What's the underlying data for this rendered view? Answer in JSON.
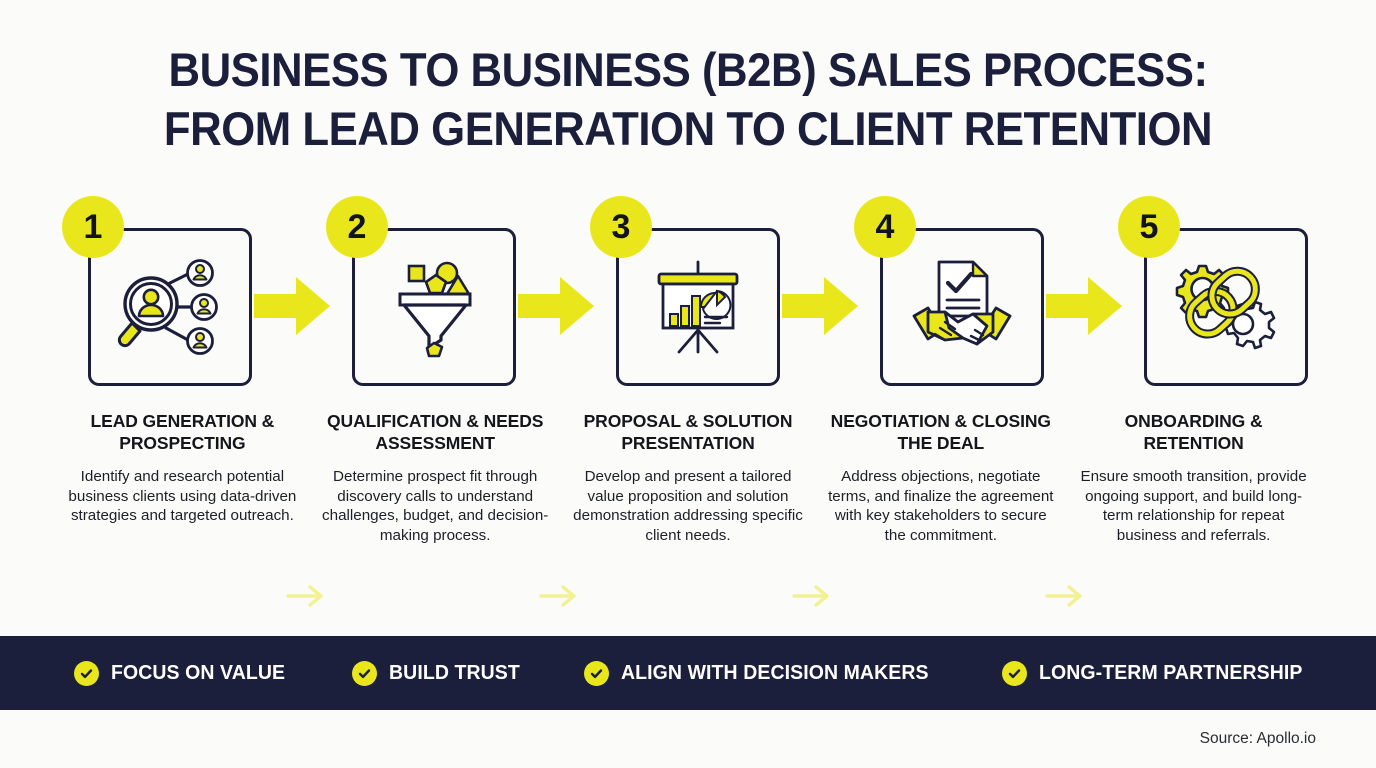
{
  "title": {
    "line1": "BUSINESS TO BUSINESS (B2B) SALES PROCESS:",
    "line2": "FROM LEAD GENERATION TO CLIENT RETENTION"
  },
  "colors": {
    "accent_yellow": "#e9e71c",
    "navy": "#1b1f3b",
    "background": "#fbfbf9",
    "text_dark": "#15161c",
    "text_white": "#ffffff"
  },
  "steps": [
    {
      "number": "1",
      "icon": "magnifier-people-icon",
      "heading": "LEAD GENERATION & PROSPECTING",
      "description": "Identify and research potential business clients using data-driven strategies and targeted outreach."
    },
    {
      "number": "2",
      "icon": "funnel-filter-icon",
      "heading": "QUALIFICATION & NEEDS ASSESSMENT",
      "description": "Determine prospect fit through discovery calls to understand challenges, budget, and decision-making process."
    },
    {
      "number": "3",
      "icon": "presentation-chart-icon",
      "heading": "PROPOSAL & SOLUTION PRESENTATION",
      "description": "Develop and present a tailored value proposition and solution demonstration addressing specific client needs."
    },
    {
      "number": "4",
      "icon": "handshake-contract-icon",
      "heading": "NEGOTIATION & CLOSING THE DEAL",
      "description": "Address objections, negotiate terms, and finalize the agreement with key stakeholders to secure the commitment."
    },
    {
      "number": "5",
      "icon": "chain-links-gears-icon",
      "heading": "ONBOARDING & RETENTION",
      "description": "Ensure smooth transition, provide ongoing support, and build long-term relationship for repeat business and referrals."
    }
  ],
  "connectors": {
    "big_arrow_icon": "arrow-right-block-icon",
    "mini_arrow_icon": "arrow-right-thin-icon",
    "big_arrow_count": 4,
    "mini_arrow_count": 4
  },
  "highlights": {
    "check_icon": "check-circle-icon",
    "items": [
      {
        "label": "FOCUS ON VALUE"
      },
      {
        "label": "BUILD TRUST"
      },
      {
        "label": "ALIGN WITH DECISION MAKERS"
      },
      {
        "label": "LONG-TERM PARTNERSHIP"
      }
    ]
  },
  "footer": {
    "source": "Source: Apollo.io"
  }
}
